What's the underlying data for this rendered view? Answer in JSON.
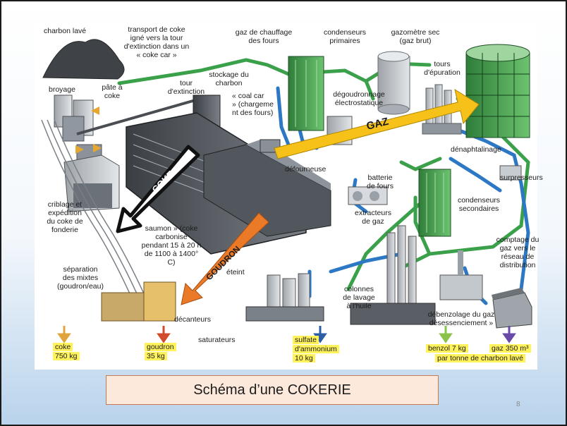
{
  "caption": "Schéma d’une COKERIE",
  "page_number": "8",
  "arrows": {
    "coke": "COKE",
    "goudron": "GOUDRON",
    "gaz": "GAZ"
  },
  "labels": {
    "charbon_lave": "charbon lavé",
    "transport_l1": "transport de coke",
    "transport_l2": "igné vers la tour",
    "transport_l3": "d'extinction dans un",
    "transport_l4": "« coke car »",
    "gaz_chauffage_l1": "gaz de chauffage",
    "gaz_chauffage_l2": "des fours",
    "condenseurs_primaires_l1": "condenseurs",
    "condenseurs_primaires_l2": "primaires",
    "gazometre_l1": "gazomètre sec",
    "gazometre_l2": "(gaz brut)",
    "tours_epuration_l1": "tours",
    "tours_epuration_l2": "d'épuration",
    "broyage": "broyage",
    "pate_l1": "pâte à",
    "pate_l2": "coke",
    "tour_extinction_l1": "tour",
    "tour_extinction_l2": "d'extinction",
    "stockage_l1": "stockage du",
    "stockage_l2": "charbon",
    "coal_car_l1": "« coal car",
    "coal_car_l2": "» (chargeme",
    "coal_car_l3": "nt des fours)",
    "degoudronnage_l1": "dégoudronnage",
    "degoudronnage_l2": "électrostatique",
    "denaphtalinage": "dénaphtalinage",
    "defourneuse": "défourneuse",
    "batterie_l1": "batterie",
    "batterie_l2": "de fours",
    "surpresseurs": "surpresseurs",
    "criblage_l1": "criblage et",
    "criblage_l2": "expédition",
    "criblage_l3": "du coke de",
    "criblage_l4": "fonderie",
    "saumon_l1": "saumon » (coke",
    "saumon_l2": "carbonisé",
    "saumon_l3": "pendant 15 à 20 h",
    "saumon_l4": "de 1100 à 1400°",
    "saumon_l5": "C)",
    "extracteurs_l1": "extracteurs",
    "extracteurs_l2": "de gaz",
    "condenseurs_secondaires_l1": "condenseurs",
    "condenseurs_secondaires_l2": "secondaires",
    "comptage_l1": "comptage du",
    "comptage_l2": "gaz vers le",
    "comptage_l3": "réseau de",
    "comptage_l4": "distribution",
    "separation_l1": "séparation",
    "separation_l2": "des mixtes",
    "separation_l3": "(goudron/eau)",
    "eteint": "éteint",
    "colonnes_l1": "colonnes",
    "colonnes_l2": "de lavage",
    "colonnes_l3": "à l'huile",
    "debenzolage_l1": "débenzolage du gaz",
    "debenzolage_l2": "désessenciement »",
    "decanteurs": "décanteurs",
    "saturateurs": "saturateurs"
  },
  "outputs": {
    "coke_name": "coke",
    "coke_qty": "750 kg",
    "goudron_name": "goudron",
    "goudron_qty": "35 kg",
    "sulfate_l1": "sulfate",
    "sulfate_l2": "d'ammonium",
    "sulfate_qty": "10 kg",
    "benzol": "benzol 7 kg",
    "gaz": "gaz 350 m³",
    "per_tonne": "par tonne de charbon lavé"
  },
  "colors": {
    "coke_arrow": "#ffffff",
    "goudron_arrow": "#ea7a28",
    "gaz_arrow": "#f6c21a",
    "pipe_green": "#3aa14a",
    "pipe_blue": "#2c78c4",
    "highlight": "#fff25a"
  }
}
